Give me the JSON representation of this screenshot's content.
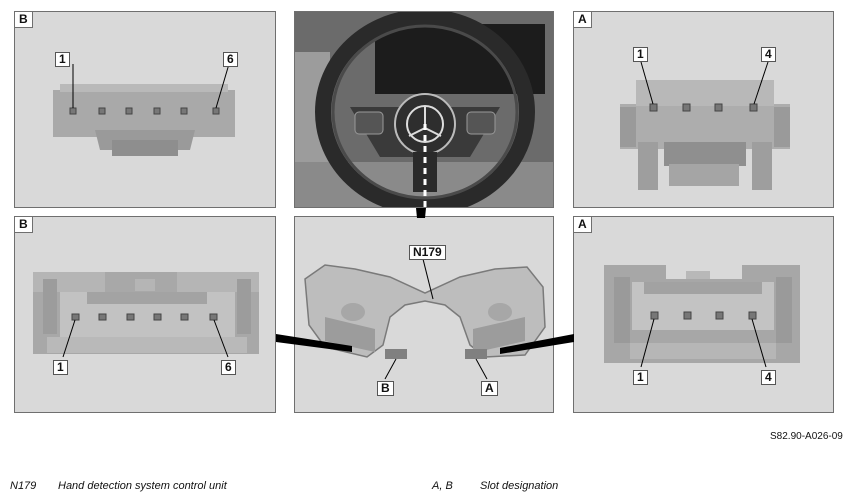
{
  "panels": {
    "top_left": {
      "tag": "B",
      "pin_first": "1",
      "pin_last": "6"
    },
    "top_right": {
      "tag": "A",
      "pin_first": "1",
      "pin_last": "4"
    },
    "bottom_left": {
      "tag": "B",
      "pin_first": "1",
      "pin_last": "6"
    },
    "bottom_right": {
      "tag": "A",
      "pin_first": "1",
      "pin_last": "4"
    },
    "center": {
      "component": "N179",
      "slot_b": "B",
      "slot_a": "A"
    }
  },
  "doc_id": "S82.90-A026-09",
  "legend": [
    {
      "code": "N179",
      "text": "Hand detection system control unit"
    },
    {
      "code": "A, B",
      "text": "Slot designation"
    }
  ]
}
